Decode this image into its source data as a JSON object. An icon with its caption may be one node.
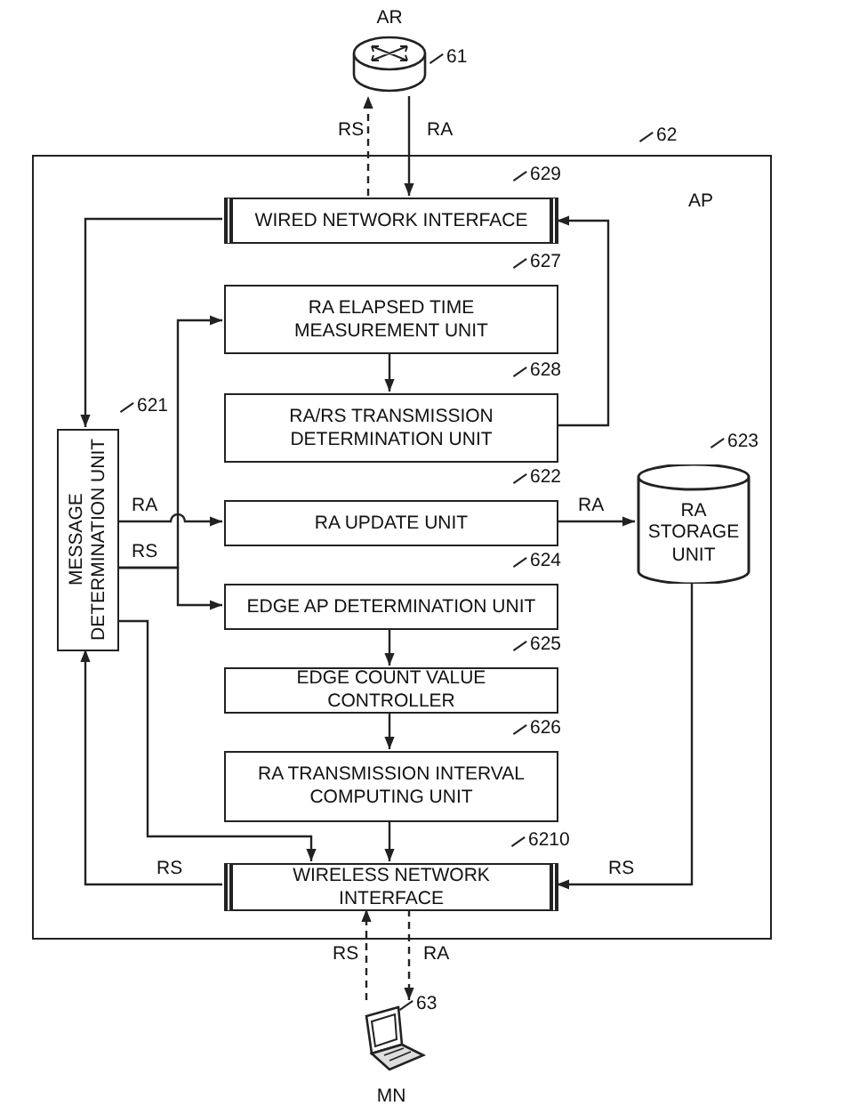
{
  "diagram": {
    "nodes": [
      {
        "text": [
          "AR"
        ],
        "beside": [
          "61"
        ]
      },
      {
        "text": [
          "AP"
        ],
        "beside": [
          "62"
        ]
      },
      {
        "text": [
          "WIRED NETWORK INTERFACE"
        ],
        "in": 1,
        "beside": [
          "629"
        ]
      },
      {
        "text": [
          "RA ELAPSED TIME MEASUREMENT UNIT"
        ],
        "in": 1,
        "beside": [
          "627"
        ]
      },
      {
        "text": [
          "RA/RS TRANSMISSION DETERMINATION UNIT"
        ],
        "in": 1,
        "beside": [
          "628"
        ]
      },
      {
        "text": [
          "MESSAGE DETERMINATION UNIT"
        ],
        "in": 1,
        "beside": [
          "621"
        ]
      },
      {
        "text": [
          "RA UPDATE UNIT"
        ],
        "in": 1,
        "beside": [
          "622"
        ]
      },
      {
        "text": [
          "RA STORAGE UNIT"
        ],
        "in": 1,
        "beside": [
          "623"
        ]
      },
      {
        "text": [
          "EDGE AP DETERMINATION UNIT"
        ],
        "in": 1,
        "beside": [
          "624"
        ]
      },
      {
        "text": [
          "EDGE COUNT VALUE CONTROLLER"
        ],
        "in": 1,
        "beside": [
          "625"
        ]
      },
      {
        "text": [
          "RA TRANSMISSION INTERVAL COMPUTING UNIT"
        ],
        "in": 1,
        "beside": [
          "626"
        ]
      },
      {
        "text": [
          "WIRELESS NETWORK INTERFACE"
        ],
        "in": 1,
        "beside": [
          "6210"
        ]
      },
      {
        "text": [
          "MN"
        ],
        "beside": [
          "63"
        ]
      }
    ],
    "edges": [
      {
        "from": 2,
        "to": 0,
        "arrow": "to",
        "label": "RS",
        "style": "dashed"
      },
      {
        "from": 0,
        "to": 2,
        "arrow": "to",
        "label": "RA"
      },
      {
        "from": 2,
        "to": 5,
        "arrow": "to"
      },
      {
        "from": 5,
        "to": 6,
        "arrow": "to",
        "label": "RA"
      },
      {
        "from": 5,
        "to": 8,
        "arrow": "to",
        "label": "RS"
      },
      {
        "from": 5,
        "to": 3,
        "arrow": "to"
      },
      {
        "from": 3,
        "to": 4,
        "arrow": "to"
      },
      {
        "from": 4,
        "to": 2,
        "arrow": "to"
      },
      {
        "from": 6,
        "to": 7,
        "arrow": "to",
        "label": "RA"
      },
      {
        "from": 8,
        "to": 9,
        "arrow": "to"
      },
      {
        "from": 9,
        "to": 10,
        "arrow": "to"
      },
      {
        "from": 10,
        "to": 11,
        "arrow": "to"
      },
      {
        "from": 5,
        "to": 11,
        "arrow": "to"
      },
      {
        "from": 11,
        "to": 5,
        "arrow": "to",
        "label": "RS"
      },
      {
        "from": 7,
        "to": 11,
        "arrow": "to",
        "label": "RS"
      },
      {
        "from": 11,
        "to": 12,
        "arrow": "to",
        "label": "RA",
        "style": "dashed"
      },
      {
        "from": 12,
        "to": 11,
        "arrow": "to",
        "label": "RS",
        "style": "dashed"
      }
    ]
  }
}
